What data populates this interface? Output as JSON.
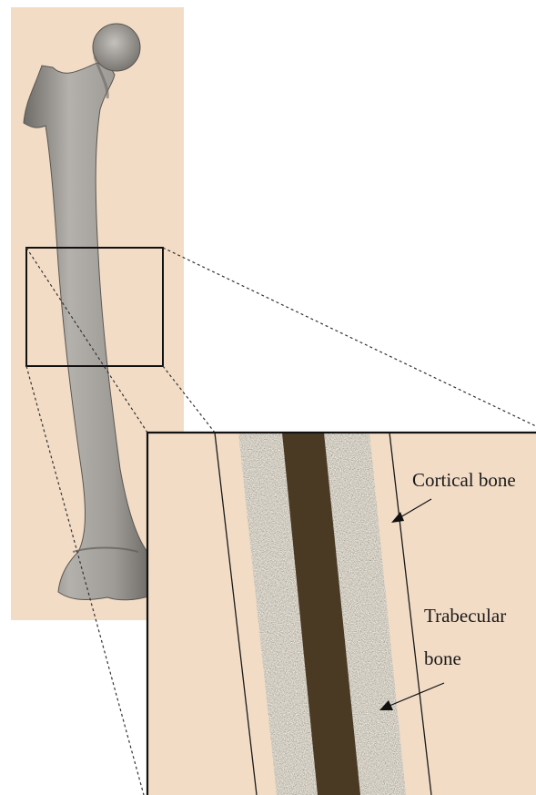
{
  "labels": {
    "cortical": "Cortical bone",
    "trabecular_line1": "Trabecular",
    "trabecular_line2": "bone"
  },
  "colors": {
    "background_panel": "#f2dcc6",
    "bone": "#a9a6a1",
    "trabecular": "#a29d94",
    "marrow": "#4a3a24",
    "outline": "#1a1a1a"
  }
}
